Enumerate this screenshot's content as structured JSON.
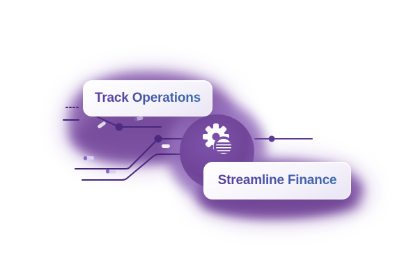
{
  "scene": {
    "title": "operations-finance-illustration",
    "cards": [
      {
        "id": "track-operations",
        "label": "Track Operations"
      },
      {
        "id": "streamline-finance",
        "label": "Streamline Finance"
      }
    ],
    "center_icon": "gear-with-striped-globe",
    "colors": {
      "accent_purple": "#714699",
      "glow_purple": "#8d63b0",
      "line_purple": "#45267c",
      "line_purple_light": "#5d3a94",
      "node_purple": "#4b2a84",
      "label_gradient_start": "#5a3d9d",
      "label_gradient_end": "#3e6cb0",
      "card_background": "#f6f4fb"
    }
  }
}
